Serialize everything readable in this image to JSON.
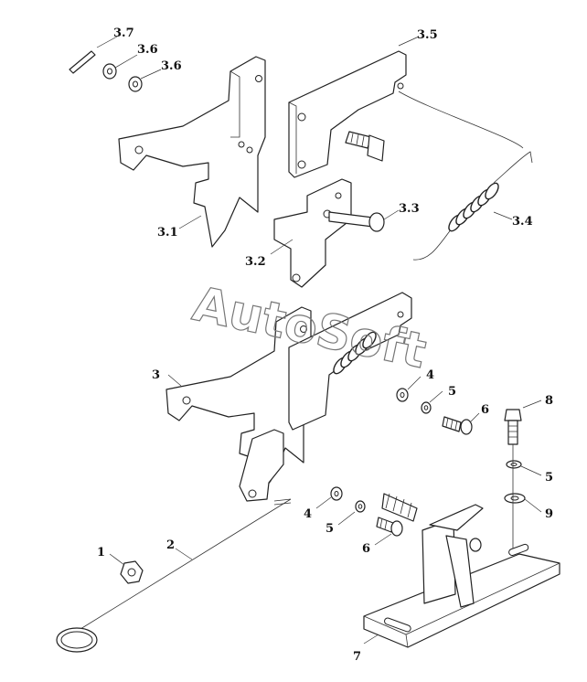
{
  "watermark": "AutoSoft",
  "callouts": {
    "c3_7": "3.7",
    "c3_6a": "3.6",
    "c3_6b": "3.6",
    "c3_5": "3.5",
    "c3_3": "3.3",
    "c3_4": "3.4",
    "c3_1": "3.1",
    "c3_2": "3.2",
    "c3": "3",
    "c4a": "4",
    "c5a": "5",
    "c6a": "6",
    "c8": "8",
    "c5b": "5",
    "c9": "9",
    "c4b": "4",
    "c5c": "5",
    "c6b": "6",
    "c1": "1",
    "c2": "2",
    "c7": "7"
  }
}
